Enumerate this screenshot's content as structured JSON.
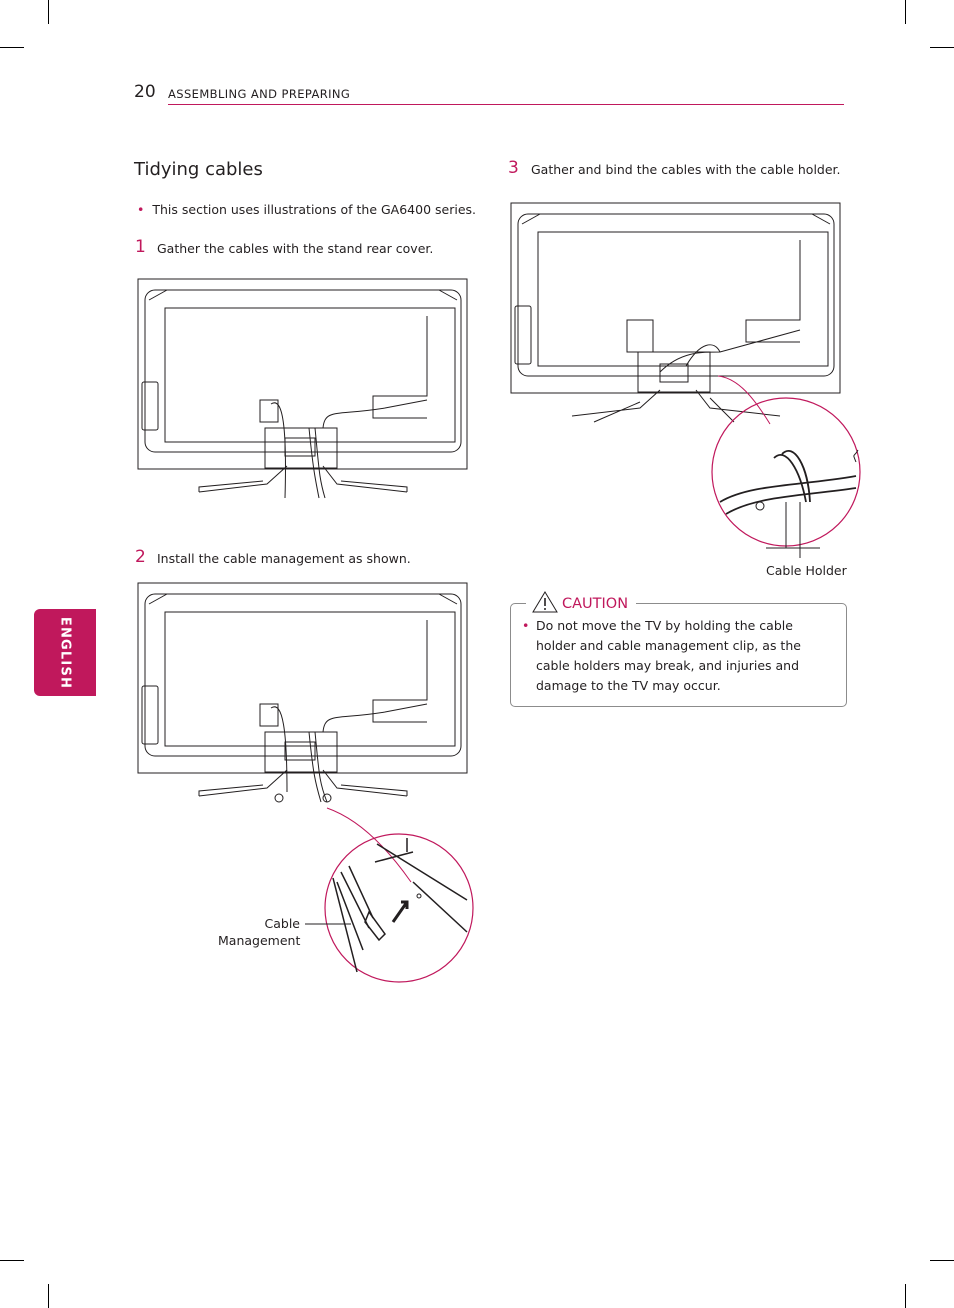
{
  "header": {
    "page_number": "20",
    "section": "ASSEMBLING AND PREPARING"
  },
  "side_tab": {
    "label": "ENGLISH"
  },
  "main": {
    "title": "Tidying cables",
    "note": "This section uses illustrations of the GA6400 series.",
    "steps": [
      {
        "number": "1",
        "text": "Gather the cables with the stand rear cover."
      },
      {
        "number": "2",
        "text": "Install the cable management as shown."
      },
      {
        "number": "3",
        "text": "Gather and bind the cables with the cable holder."
      }
    ],
    "labels": {
      "cable_management_1": "Cable",
      "cable_management_2": "Management",
      "cable_holder": "Cable Holder"
    }
  },
  "caution": {
    "heading": "CAUTION",
    "text": "Do not move the TV by holding the cable holder and cable management clip, as the cable holders may break, and injuries and damage to the TV may occur."
  },
  "colors": {
    "accent": "#c0185c",
    "text": "#231f20",
    "line": "#231f20"
  }
}
